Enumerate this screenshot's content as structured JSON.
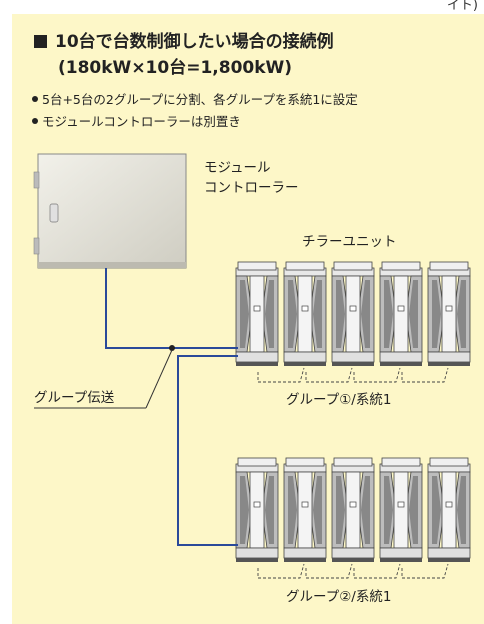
{
  "corner_text": "イト)",
  "title": "10台で台数制御したい場合の接続例",
  "subtitle": "(180kW×10台=1,800kW)",
  "bullets": [
    "5台+5台の2グループに分割、各グループを系統1に設定",
    "モジュールコントローラーは別置き"
  ],
  "controller_label": [
    "モジュール",
    "コントローラー"
  ],
  "chiller_label": "チラーユニット",
  "group_transmission_label": "グループ伝送",
  "group1_label": "グループ①/系統1",
  "group2_label": "グループ②/系統1",
  "colors": {
    "background": "#fdf7c8",
    "wire": "#2a4a9a",
    "chiller_fill": "#dcdcdc"
  }
}
